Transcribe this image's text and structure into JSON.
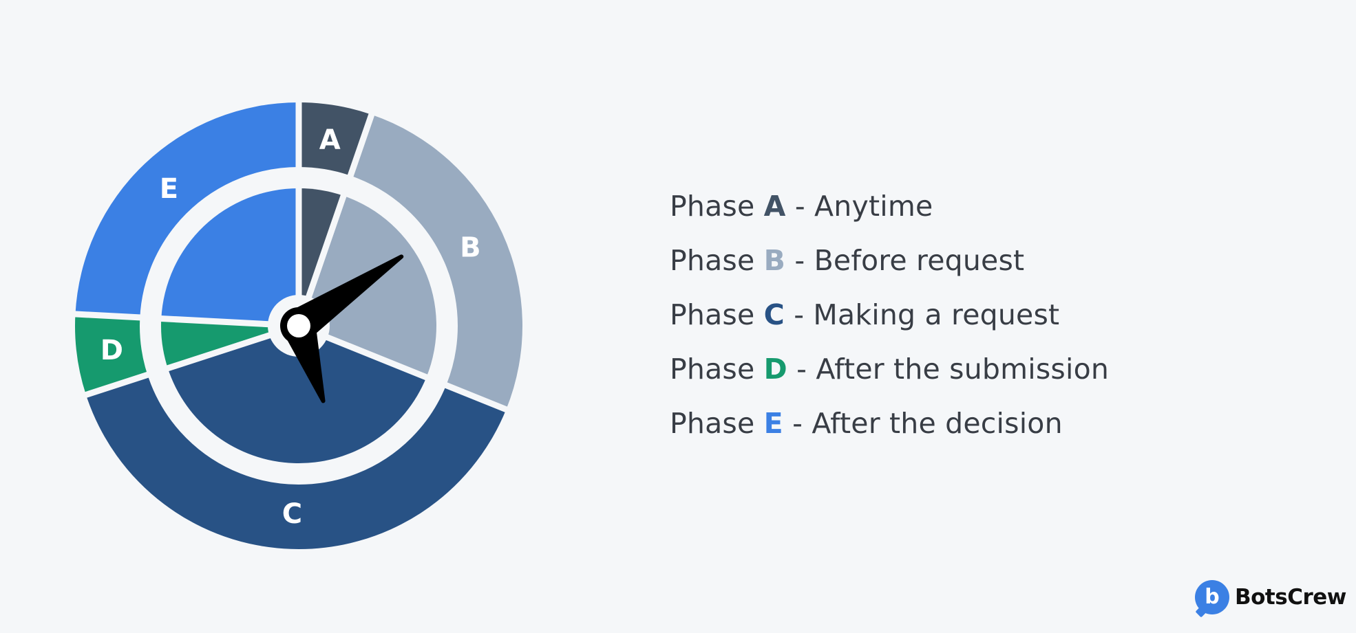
{
  "diagram": {
    "segments": [
      {
        "code": "A",
        "color": "#425366",
        "start_angle": 0,
        "end_angle": 19
      },
      {
        "code": "B",
        "color": "#99abc0",
        "start_angle": 19,
        "end_angle": 112
      },
      {
        "code": "C",
        "color": "#285285",
        "start_angle": 112,
        "end_angle": 252
      },
      {
        "code": "D",
        "color": "#169a6e",
        "start_angle": 252,
        "end_angle": 273
      },
      {
        "code": "E",
        "color": "#3b80e4",
        "start_angle": 273,
        "end_angle": 360
      }
    ],
    "hands": {
      "hour_angle": 162,
      "minute_angle": 56
    }
  },
  "legend": {
    "prefix": "Phase",
    "items": [
      {
        "code": "A",
        "text": "- Anytime",
        "color": "#425366"
      },
      {
        "code": "B",
        "text": "- Before request",
        "color": "#99abc0"
      },
      {
        "code": "C",
        "text": "- Making a request",
        "color": "#285285"
      },
      {
        "code": "D",
        "text": "- After the submission",
        "color": "#169a6e"
      },
      {
        "code": "E",
        "text": "- After the decision",
        "color": "#3b80e4"
      }
    ]
  },
  "brand": {
    "name": "BotsCrew",
    "icon": "b-speech-bubble-icon",
    "glyph": "b",
    "color": "#3b80e4"
  }
}
